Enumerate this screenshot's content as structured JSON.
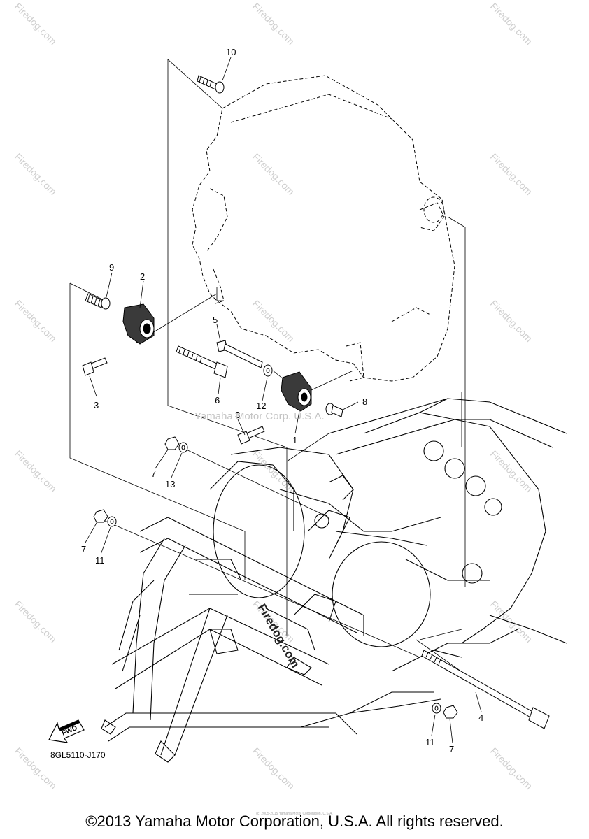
{
  "diagram": {
    "part_code": "8GL5110-J170",
    "fwd_label": "FWD",
    "watermark_center": "Firedog.com",
    "watermark_corp": "Yamaha Motor Corp. U.S.A.",
    "watermark_tile": "Firedog.com",
    "callouts": [
      {
        "label": "10"
      },
      {
        "label": "9"
      },
      {
        "label": "2"
      },
      {
        "label": "5"
      },
      {
        "label": "3"
      },
      {
        "label": "6"
      },
      {
        "label": "12"
      },
      {
        "label": "8"
      },
      {
        "label": "3"
      },
      {
        "label": "1"
      },
      {
        "label": "7"
      },
      {
        "label": "13"
      },
      {
        "label": "7"
      },
      {
        "label": "11"
      },
      {
        "label": "4"
      },
      {
        "label": "11"
      },
      {
        "label": "7"
      }
    ]
  },
  "footer": {
    "copyright": "©2013 Yamaha Motor Corporation, U.S.A. All rights reserved.",
    "fine_print": "(c) 2005-2015 Yamaha Motor Corporation, U.S.A."
  }
}
